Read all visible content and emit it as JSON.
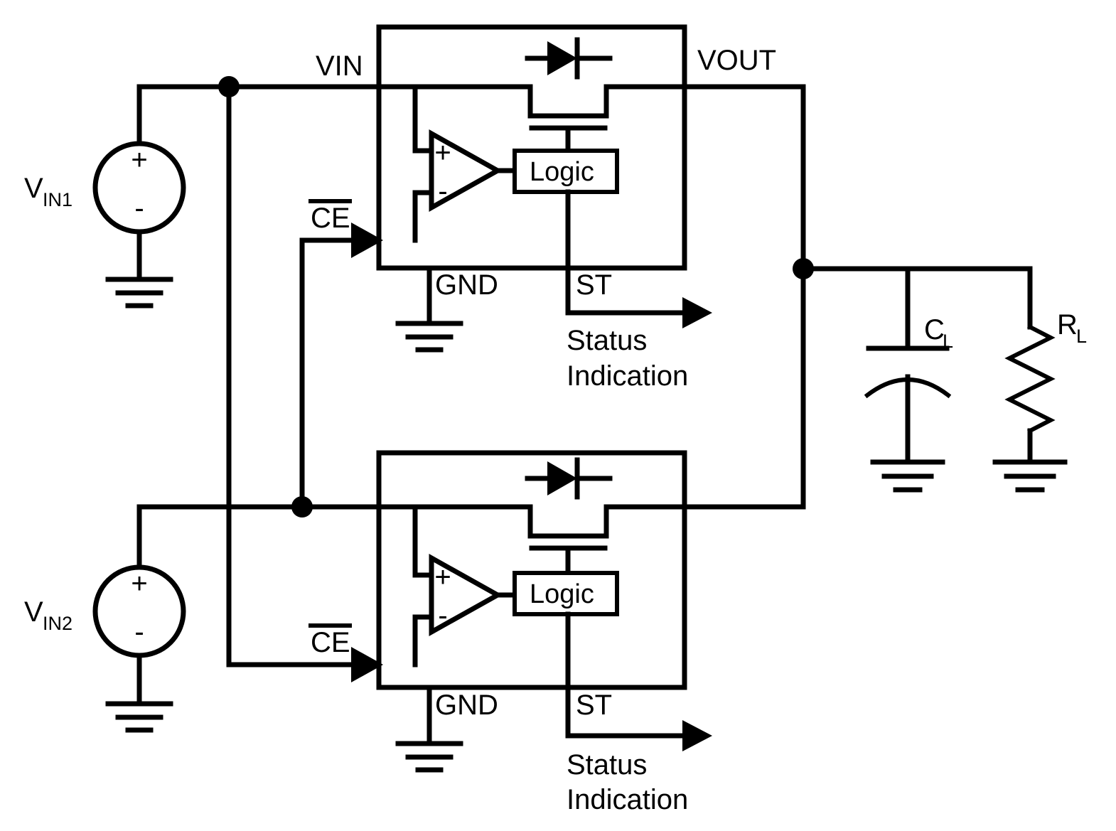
{
  "diagram": {
    "title": "Dual-input ideal-diode ORing power path with status indication",
    "type": "electrical-schematic",
    "colors": {
      "line": "#000000",
      "background": "#ffffff"
    },
    "sources": [
      {
        "id": "vin1",
        "label_main": "V",
        "label_sub": "IN1",
        "plus": "+",
        "minus": "-"
      },
      {
        "id": "vin2",
        "label_main": "V",
        "label_sub": "IN2",
        "plus": "+",
        "minus": "-"
      }
    ],
    "blocks": [
      {
        "id": "ic1",
        "pin_vin": "VIN",
        "pin_vout": "VOUT",
        "pin_ce": "CE",
        "pin_ce_overline": true,
        "pin_gnd": "GND",
        "pin_st": "ST",
        "inner_logic": "Logic",
        "comparator_plus": "+",
        "comparator_minus": "-",
        "status_line1": "Status",
        "status_line2": "Indication"
      },
      {
        "id": "ic2",
        "pin_vin": "",
        "pin_vout": "",
        "pin_ce": "CE",
        "pin_ce_overline": true,
        "pin_gnd": "GND",
        "pin_st": "ST",
        "inner_logic": "Logic",
        "comparator_plus": "+",
        "comparator_minus": "-",
        "status_line1": "Status",
        "status_line2": "Indication"
      }
    ],
    "load": {
      "capacitor": {
        "label_main": "C",
        "label_sub": "L"
      },
      "resistor": {
        "label_main": "R",
        "label_sub": "L"
      }
    },
    "net_labels": {
      "vin": "VIN",
      "vout": "VOUT"
    }
  }
}
